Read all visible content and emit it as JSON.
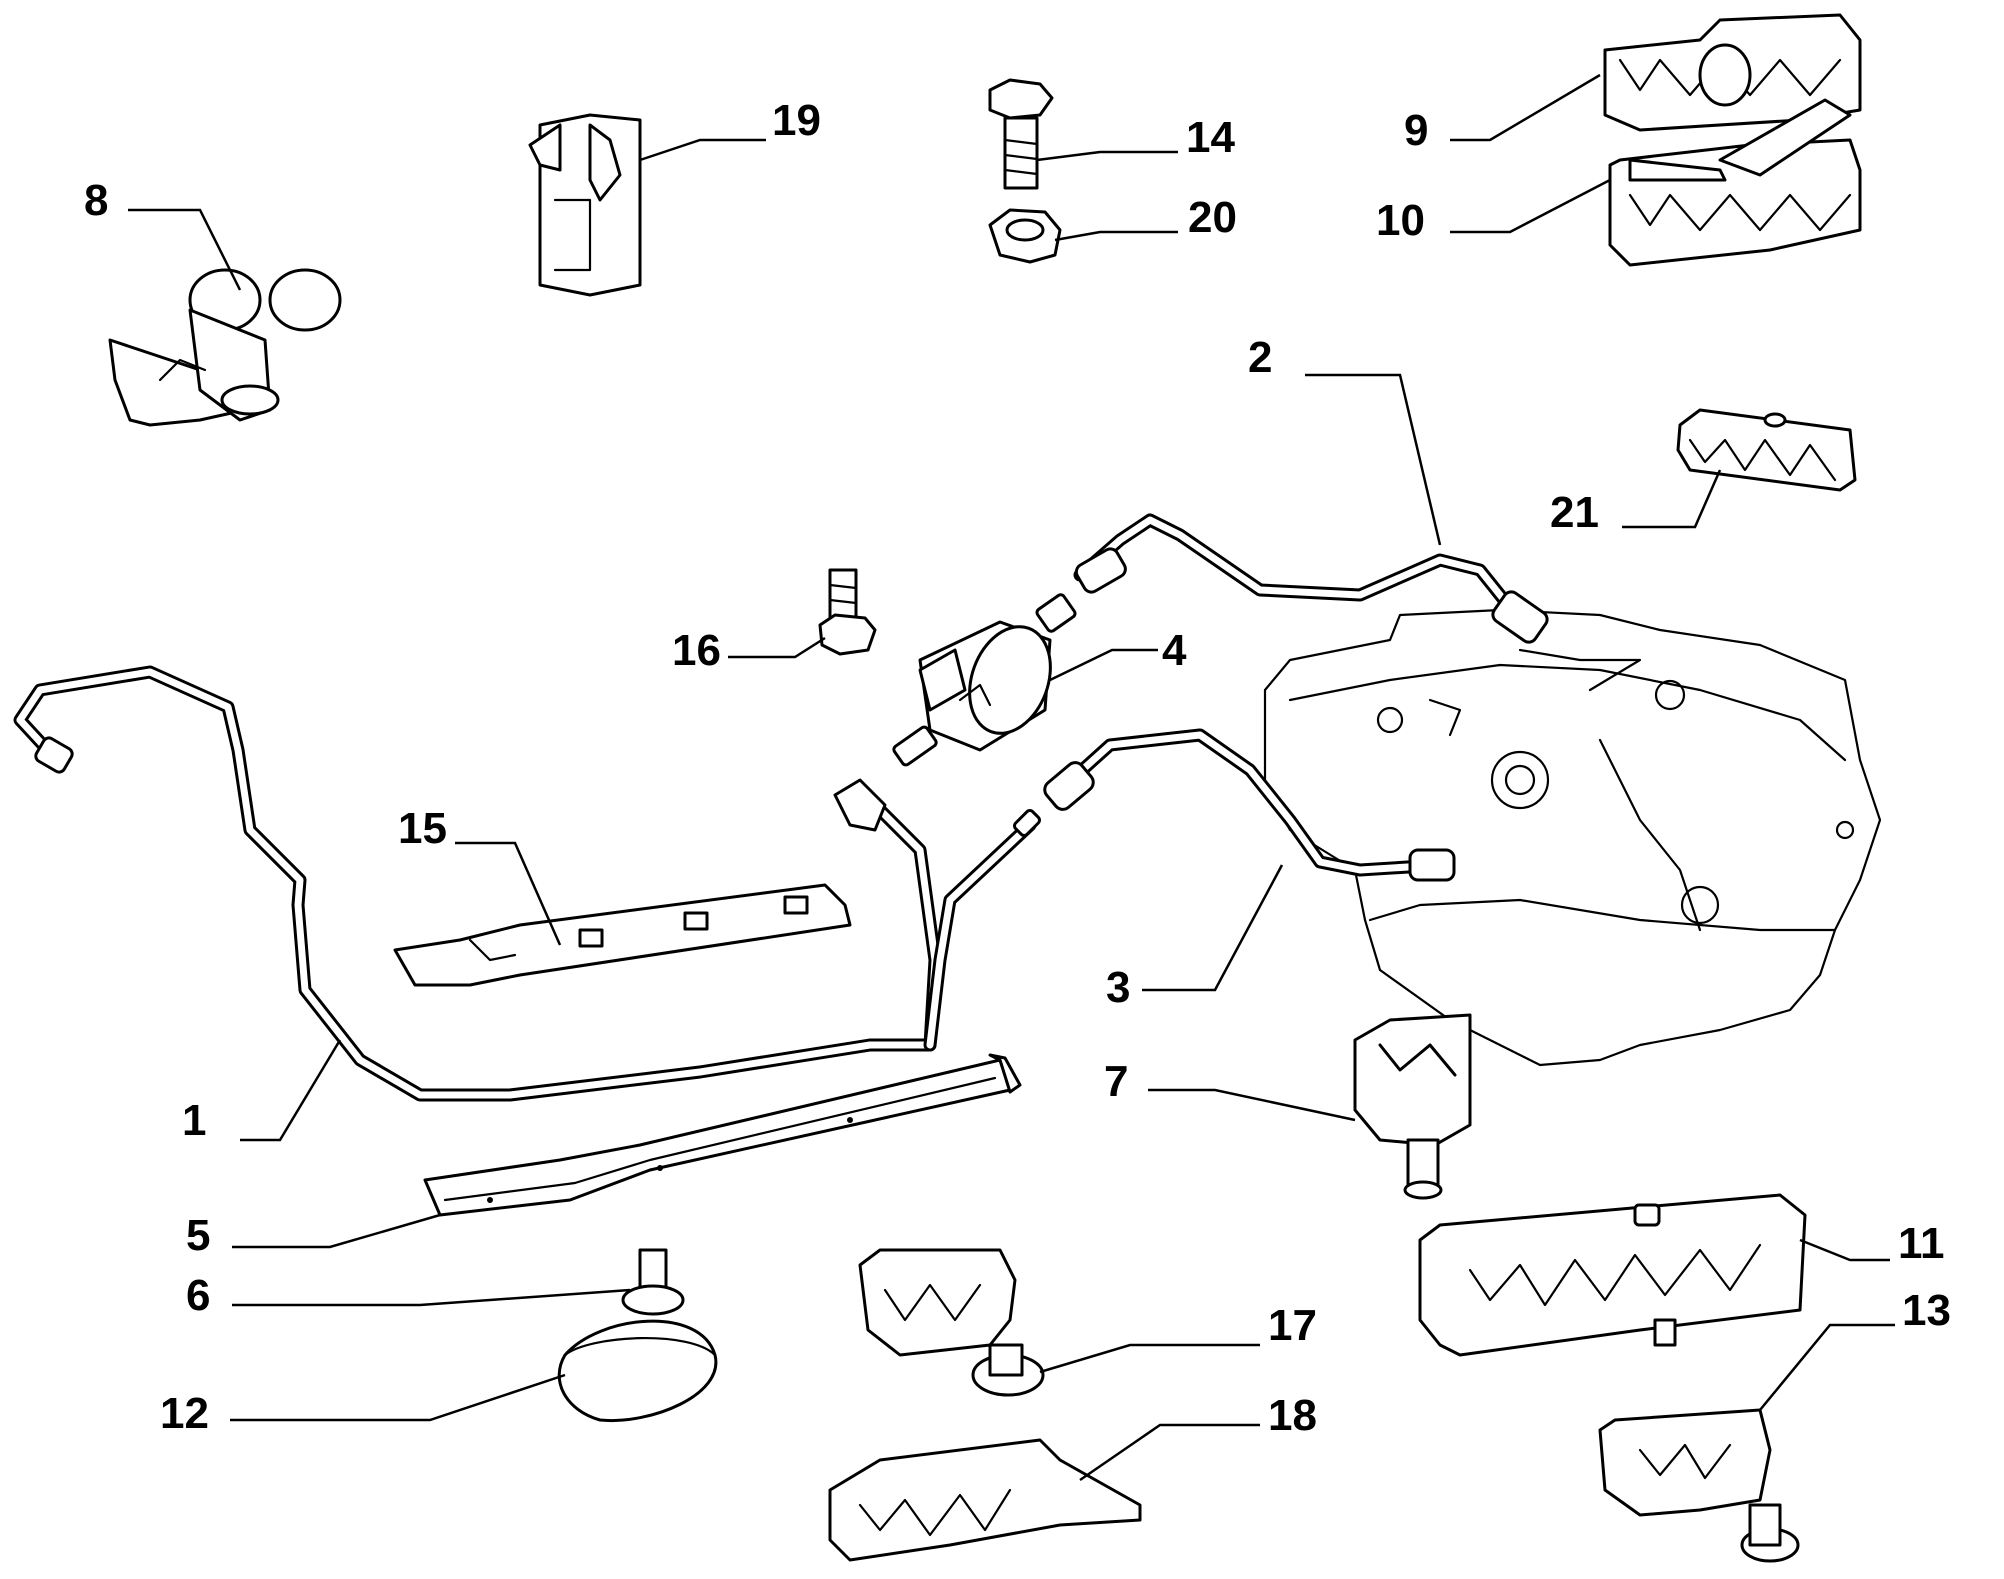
{
  "callouts": [
    {
      "id": "c1",
      "label": "1"
    },
    {
      "id": "c2",
      "label": "2"
    },
    {
      "id": "c3",
      "label": "3"
    },
    {
      "id": "c4",
      "label": "4"
    },
    {
      "id": "c5",
      "label": "5"
    },
    {
      "id": "c6",
      "label": "6"
    },
    {
      "id": "c7",
      "label": "7"
    },
    {
      "id": "c8",
      "label": "8"
    },
    {
      "id": "c9",
      "label": "9"
    },
    {
      "id": "c10",
      "label": "10"
    },
    {
      "id": "c11",
      "label": "11"
    },
    {
      "id": "c12",
      "label": "12"
    },
    {
      "id": "c13",
      "label": "13"
    },
    {
      "id": "c14",
      "label": "14"
    },
    {
      "id": "c15",
      "label": "15"
    },
    {
      "id": "c16",
      "label": "16"
    },
    {
      "id": "c17",
      "label": "17"
    },
    {
      "id": "c18",
      "label": "18"
    },
    {
      "id": "c19",
      "label": "19"
    },
    {
      "id": "c20",
      "label": "20"
    },
    {
      "id": "c21",
      "label": "21"
    }
  ],
  "colors": {
    "ink": "#000000",
    "paper": "#ffffff"
  }
}
